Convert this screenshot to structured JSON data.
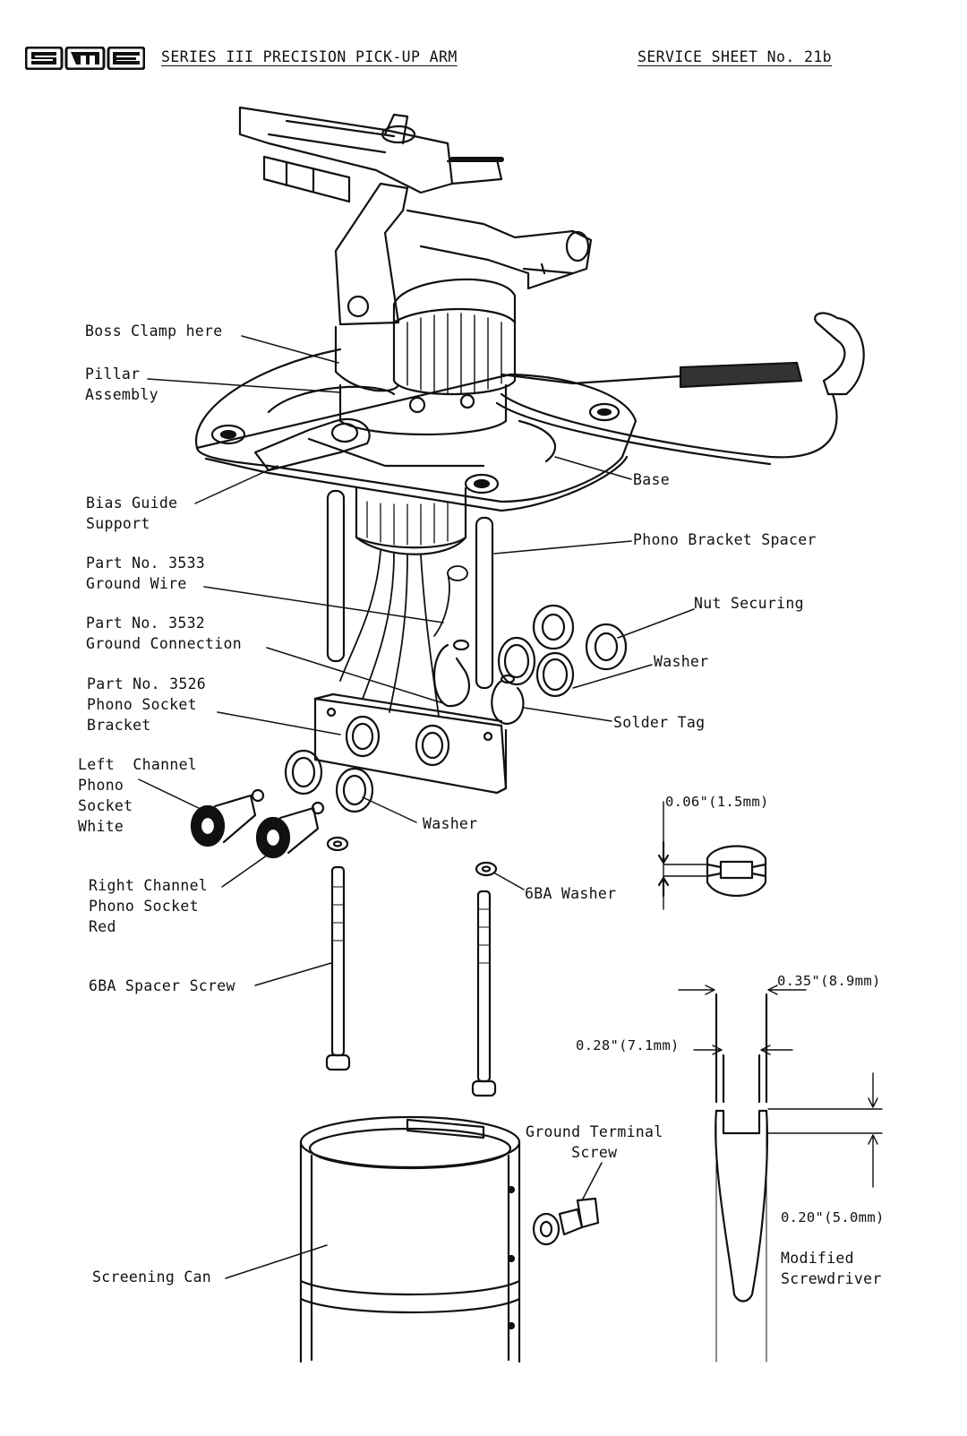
{
  "header": {
    "logo": "SME",
    "title": "SERIES III PRECISION PICK-UP ARM",
    "sheet": "SERVICE SHEET No. 21b"
  },
  "labels": {
    "boss_clamp": [
      "Boss Clamp here"
    ],
    "pillar": [
      "Pillar",
      "Assembly"
    ],
    "base": [
      "Base"
    ],
    "bias_guide": [
      "Bias Guide",
      "Support"
    ],
    "phono_bracket_spacer": [
      "Phono Bracket Spacer"
    ],
    "ground_wire": [
      "Part No. 3533",
      "Ground Wire"
    ],
    "nut_securing": [
      "Nut Securing"
    ],
    "ground_connection": [
      "Part No. 3532",
      "Ground Connection"
    ],
    "washer_upper": [
      "Washer"
    ],
    "phono_socket_bracket": [
      "Part No. 3526",
      "Phono Socket",
      "Bracket"
    ],
    "solder_tag": [
      "Solder Tag"
    ],
    "left_channel": [
      "Left  Channel",
      "Phono",
      "Socket",
      "White"
    ],
    "washer_lower": [
      "Washer"
    ],
    "right_channel": [
      "Right Channel",
      "Phono Socket",
      "Red"
    ],
    "ba_washer": [
      "6BA Washer"
    ],
    "spacer_screw": [
      "6BA Spacer Screw"
    ],
    "ground_terminal": [
      "Ground Terminal",
      "Screw"
    ],
    "screening_can": [
      "Screening Can"
    ],
    "modified_screwdriver": [
      "Modified",
      "Screwdriver"
    ]
  },
  "dimensions": {
    "gap": "0.06\"(1.5mm)",
    "outer_width": "0.35\"(8.9mm)",
    "inner_width": "0.28\"(7.1mm)",
    "slot_depth": "0.20\"(5.0mm)"
  }
}
